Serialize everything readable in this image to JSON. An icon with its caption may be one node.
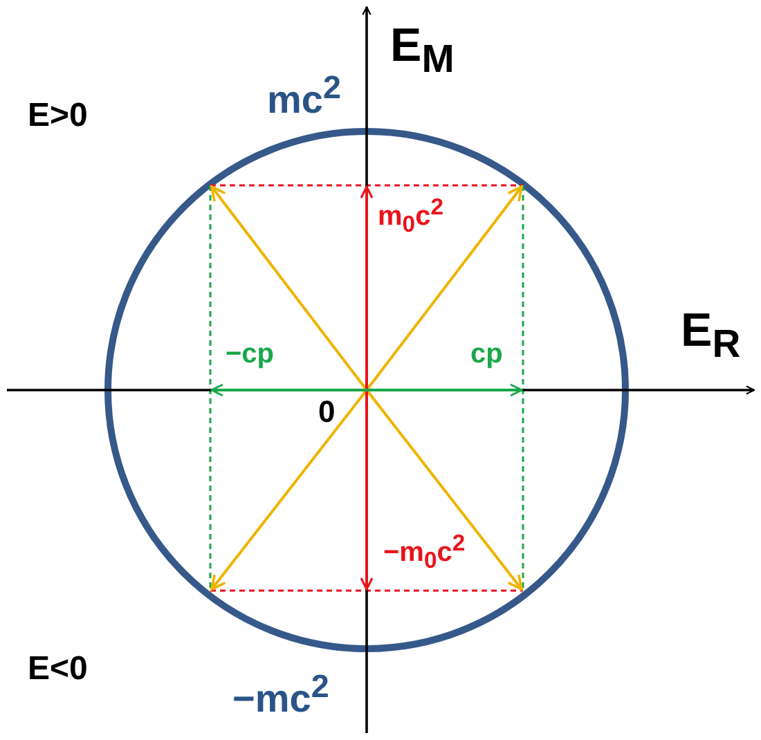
{
  "diagram": {
    "labels": [
      "E$_{M}$",
      "mc$^{2}$",
      "E>0",
      "E$_{R}$",
      "m$_{0}$c$^{2}$",
      "−cp",
      "cp",
      "0",
      "−m$_{0}$c$^{2}$",
      "E<0",
      "−mc$^{2}$"
    ]
  }
}
